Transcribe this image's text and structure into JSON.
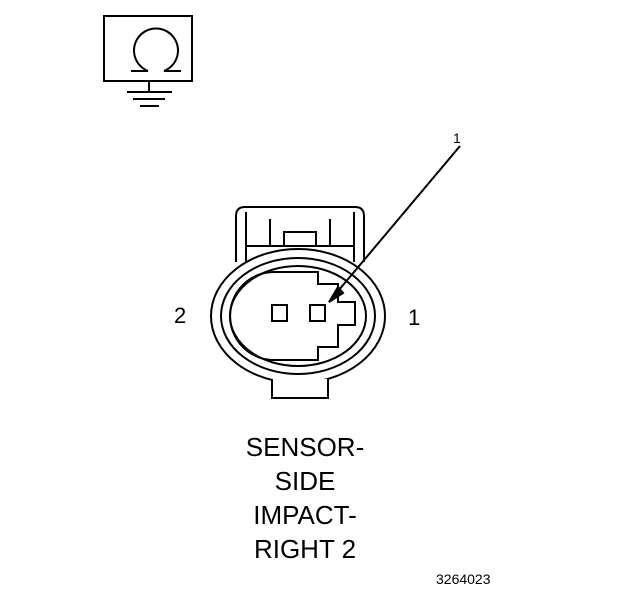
{
  "symbol": {
    "icon": "ground-resistance-symbol-icon"
  },
  "connector": {
    "icon": "two-pin-connector-face-icon",
    "pin_left_label": "2",
    "pin_right_label": "1",
    "callout_label": "1"
  },
  "caption": {
    "lines": [
      "SENSOR-",
      "SIDE",
      "IMPACT-",
      "RIGHT 2"
    ]
  },
  "figure_id": "3264023",
  "colors": {
    "line": "#000000",
    "background": "#ffffff"
  }
}
